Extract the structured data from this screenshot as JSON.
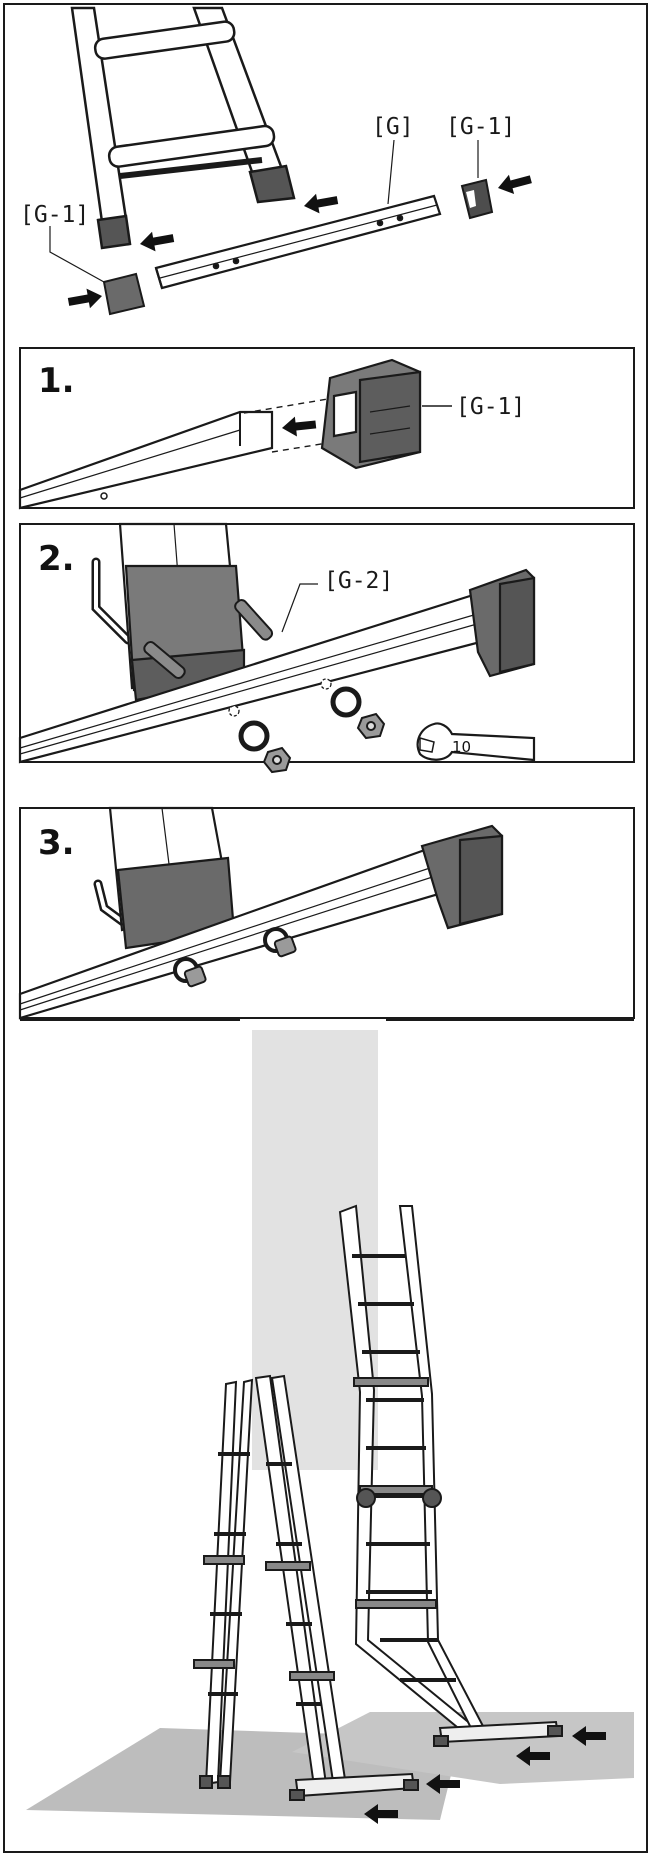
{
  "labels": {
    "g": "[G]",
    "g1_right": "[G-1]",
    "g1_left": "[G-1]",
    "g1_step1": "[G-1]",
    "g2": "[G-2]",
    "wrench_size": "10"
  },
  "steps": {
    "one": "1.",
    "two": "2.",
    "three": "3."
  },
  "colors": {
    "line": "#1a1a1a",
    "dark_gray": "#5d5d5d",
    "mid_gray": "#8a8a8a",
    "light_gray": "#d9d9d9",
    "floor": "#bdbdbd",
    "wall": "#e2e2e2"
  },
  "icons": [
    "arrow-icon",
    "wrench-icon",
    "ladder-icon"
  ]
}
